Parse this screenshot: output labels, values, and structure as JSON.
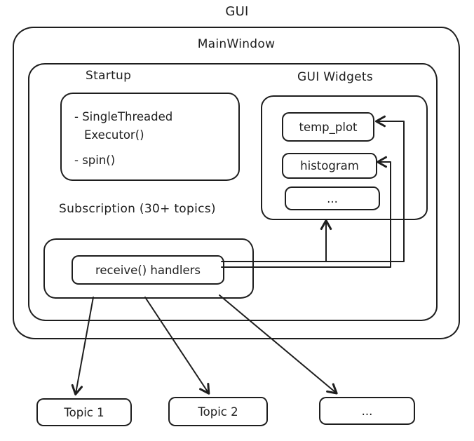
{
  "diagram": {
    "title": "GUI",
    "main_window": {
      "label": "MainWindow"
    },
    "startup": {
      "label": "Startup",
      "items": [
        "- SingleThreaded",
        "Executor()",
        "- spin()"
      ]
    },
    "gui_widgets": {
      "label": "GUI Widgets",
      "widgets": [
        "temp_plot",
        "histogram",
        "..."
      ]
    },
    "subscription": {
      "label": "Subscription (30+ topics)",
      "handler": "receive() handlers"
    },
    "topics": [
      "Topic 1",
      "Topic 2",
      "..."
    ]
  },
  "colors": {
    "stroke": "#1e1e1e",
    "background": "#ffffff"
  }
}
